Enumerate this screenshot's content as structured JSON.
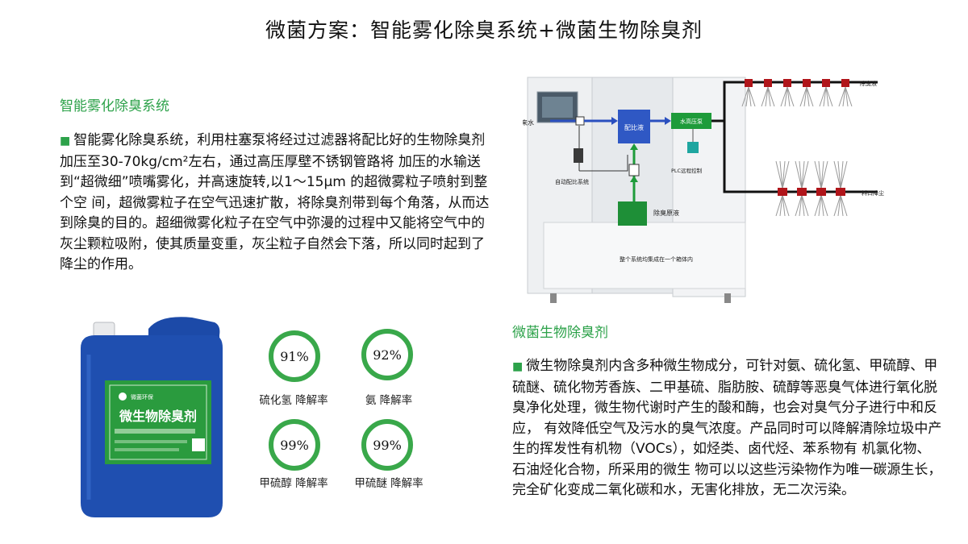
{
  "title": "微菌方案：智能雾化除臭系统+微菌生物除臭剂",
  "section1": {
    "heading": "智能雾化除臭系统",
    "body": "智能雾化除臭系统，利用柱塞泵将经过过滤器将配比好的生物除臭剂加压至30-70kg/cm²左右，通过高压厚壁不锈钢管路将 加压的水输送到“超微细”喷嘴雾化，并高速旋转,以1～15μm 的超微雾粒子喷射到整个空 间，超微雾粒子在空气迅速扩散，将除臭剂带到每个角落，从而达到除臭的目的。超细微雾化粒子在空气中弥漫的过程中又能将空气中的灰尘颗粒吸附，使其质量变重，灰尘粒子自然会下落，所以同时起到了降尘的作用。"
  },
  "section2": {
    "heading": "微菌生物除臭剂",
    "body": "微生物除臭剂内含多种微生物成分，可针对氨、硫化氢、甲硫醇、甲硫醚、硫化物芳香族、二甲基硫、脂肪胺、硫醇等恶臭气体进行氧化脱臭净化处理，微生物代谢时产生的酸和酶，也会对臭气分子进行中和反应， 有效降低空气及污水的臭气浓度。产品同时可以降解清除垃圾中产生的挥发性有机物（VOCs），如烃类、卤代烃、苯系物有 机氯化物、石油烃化合物，所采用的微生 物可以以这些污染物作为唯一碳源生长，完全矿化变成二氧化碳和水，无害化排放，无二次污染。"
  },
  "diagram": {
    "tap_water": "自来水",
    "mix_tank": "配比液",
    "pump": "水高压泵",
    "plc": "PLC远程控制",
    "auto_mix": "自动配比系统",
    "raw_liquid": "除臭原液",
    "deodorant_out": "除臭液",
    "dust_out": "料口降尘",
    "note": "整个系统均集成在一个箱体内"
  },
  "bottle": {
    "label": "微生物除臭剂",
    "brand": "微菌环保"
  },
  "rates": [
    {
      "value": "91%",
      "label": "硫化氢  降解率"
    },
    {
      "value": "92%",
      "label": "氨  降解率"
    },
    {
      "value": "99%",
      "label": "甲硫醇  降解率"
    },
    {
      "value": "99%",
      "label": "甲硫醚  降解率"
    }
  ],
  "colors": {
    "accent": "#2da24a",
    "ring": "#39a84a",
    "bottle": "#1f4fb0",
    "pipe": "#b0151a",
    "flow": "#2a4fbf"
  }
}
